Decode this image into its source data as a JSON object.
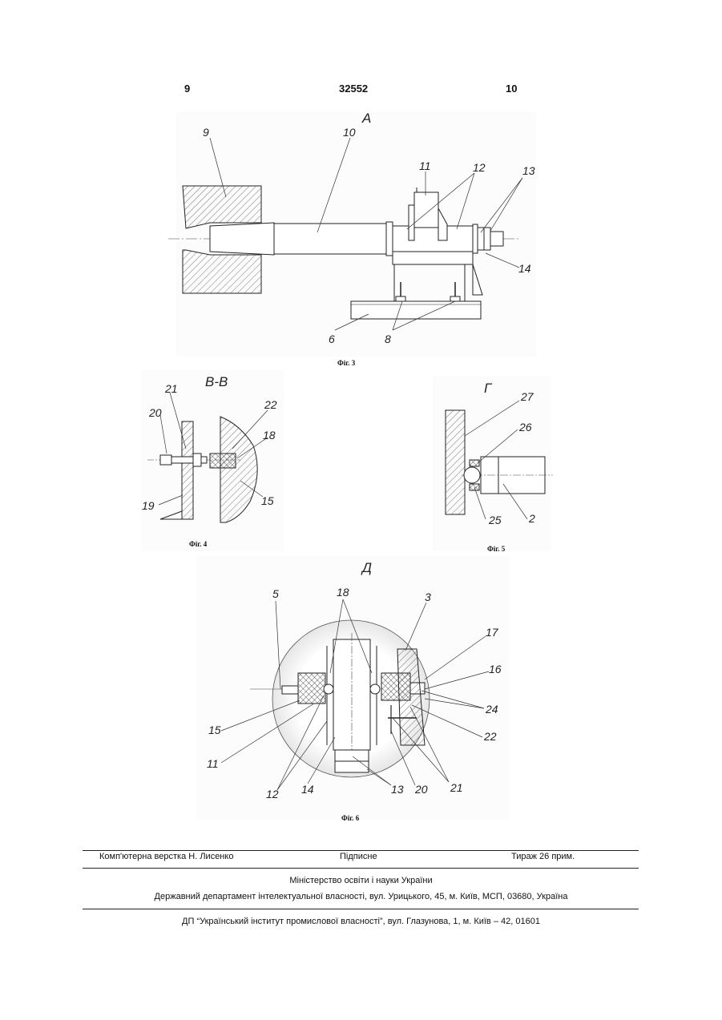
{
  "header": {
    "left_page": "9",
    "patent_number": "32552",
    "right_page": "10"
  },
  "figures": {
    "fig3": {
      "view_label": "A",
      "caption": "Фіг. 3",
      "callouts": [
        "9",
        "10",
        "11",
        "12",
        "13",
        "14",
        "6",
        "8"
      ]
    },
    "fig4": {
      "view_label": "В-В",
      "caption": "Фіг. 4",
      "callouts": [
        "21",
        "20",
        "22",
        "18",
        "19",
        "15"
      ]
    },
    "fig5": {
      "view_label": "Г",
      "caption": "Фіг. 5",
      "callouts": [
        "27",
        "26",
        "25",
        "2"
      ]
    },
    "fig6": {
      "view_label": "Д",
      "caption": "Фіг. 6",
      "callouts": [
        "5",
        "18",
        "3",
        "17",
        "16",
        "24",
        "15",
        "22",
        "11",
        "12",
        "14",
        "13",
        "20",
        "21"
      ]
    }
  },
  "footer": {
    "layout": "Комп'ютерна верстка Н. Лисенко",
    "signed": "Підписне",
    "circulation": "Тираж 26 прим.",
    "ministry": "Міністерство освіти і науки України",
    "department": "Державний департамент інтелектуальної власності, вул. Урицького, 45, м. Київ, МСП, 03680, Україна",
    "institute": "ДП “Український інститут промислової власності”, вул. Глазунова, 1, м. Київ – 42, 01601"
  }
}
